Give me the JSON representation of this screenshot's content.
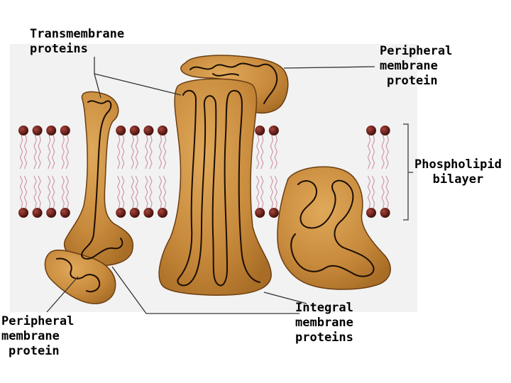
{
  "labels": {
    "transmembrane": {
      "line1": "Transmembrane",
      "line2": "proteins"
    },
    "peripheral_top": {
      "line1": "Peripheral",
      "line2": "membrane",
      "line3": "protein"
    },
    "phospholipid": {
      "line1": "Phospholipid",
      "line2": "bilayer"
    },
    "peripheral_bottom": {
      "line1": "Peripheral",
      "line2": "membrane",
      "line3": "protein"
    },
    "integral": {
      "line1": "Integral",
      "line2": "membrane",
      "line3": "proteins"
    }
  },
  "colors": {
    "protein_fill": "#c88a3c",
    "protein_outline": "#6b3e12",
    "lipid_head": "#5a1712",
    "lipid_tail": "#cf9aa8",
    "background_panel": "#f2f2f2",
    "leader_line": "#333333"
  }
}
